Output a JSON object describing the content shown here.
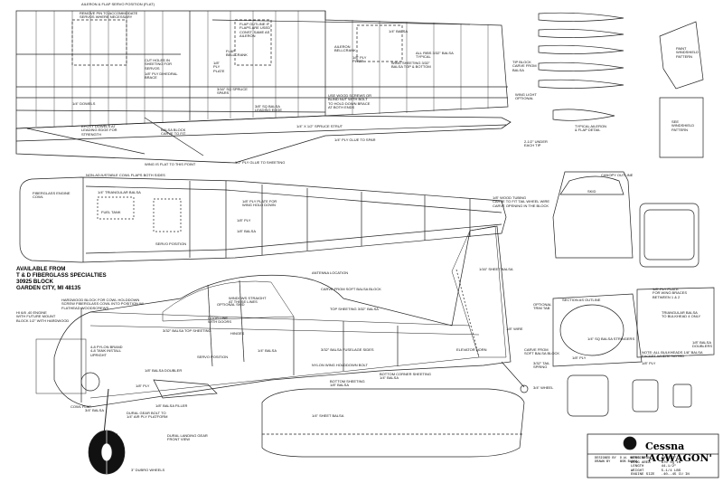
{
  "title_block": {
    "plan_title": "Cessna 'AGWAGON'",
    "specs_text": "WING SPAN     60-1/2\"\nWING AREA     670 SQ IN\nLENGTH        44-1/2\"\nWEIGHT        5-1/4 LBS\nENGINE SIZE   .40-.45 CU IN",
    "credits_text": "DESIGNED BY  D.W. HEFFRING\nDRAWN BY     BOB BANKA"
  },
  "availability": {
    "text": "AVAILABLE FROM\nT & D FIBERGLASS SPECIALTIES\n30925 BLOCK\nGARDEN CITY, MI 48135"
  },
  "labels": {
    "l1": "AILERON & FLAP SERVO POSITION (FLAT)",
    "l2": "REMOVE PIN TO ACCOMMODATE\nSERVOS WHERE NECESSARY",
    "l3": "CUT HOLES IN\nSHEETING FOR\nSERVOS",
    "l4": "1/8\" PLY DIHEDRAL\nBRACE",
    "l5": "1/4\" DOWELS",
    "l6": "EPOXY DOWELS AT\nLEADING EDGE FOR\nSTRENGTH",
    "l7": "BALSA BLOCK\nCARVE TO FIT",
    "l8": "WING IS FLAT TO THIS POINT",
    "l9": "FLAP OUTLINE IF\nFLAPS ARE USED\nCONST. SAME AS\nAILERON",
    "l10": "FLAP\nBELLCRANK",
    "l11": "1/8\"\nPLY\nPLATE",
    "l12": "3/16\" SQ SPRUCE\nSPARS",
    "l13": "3/8\" SQ BALSA\nLEADING EDGE",
    "l14": "USE WOOD SCREWS OR\nBLIND NUT WITH BOLT\nTO HOLD DOWN BRACE\nAT BOTH ENDS",
    "l15": "1/4\" X 1/2\" SPRUCE STRUT",
    "l16": "AILERON\nBELLCRANK",
    "l17": "1/4\" BALSA",
    "l18": "1/8\" PLY\nPLATE",
    "l19": "ALL RIBS 3/32\" BALSA\nTYPICAL",
    "l20": "WING SHEETING 3/32\"\nBALSA TOP & BOTTOM",
    "l21": "TIP BLOCK\nCARVE FROM\nBALSA",
    "l22": "WING LIGHT\nOPTIONAL",
    "l23": "1/4\" PLY GLUE TO SPAR",
    "l24": "1/2\" PLY GLUE TO SHEETING",
    "l25": "2-1/2\" UNDER\nEACH TIP",
    "l26": "TYPICAL AILERON\n& FLAP DETAIL",
    "l27": "PAINT\nWINDSHIELD\nPATTERN",
    "l28": "SEE\nWINDSHIELD\nPATTERN",
    "l29": "NON-ADJUSTABLE COWL FLAPS BOTH SIDES",
    "l30": "FIBERGLASS ENGINE\nCOWL",
    "l31": "1/4\" TRIANGULAR BALSA",
    "l32": "FUEL TANK",
    "l33": "SERVO POSITION",
    "l34": "1/8\" PLY PLATE FOR\nWING HOLD DOWN",
    "l35": "1/8\" PLY",
    "l36": "1/8\" BALSA",
    "l37": "1/8\" WOOD TUBING\nCARVE TO FIT TAIL WHEEL WIRE\nCARVE OPENING IN THE BLOCK",
    "l38": "CANOPY OUTLINE",
    "l39": "ANTENNA LOCATION",
    "l40": "CARVE FROM SOFT BALSA BLOCK",
    "l41": "WINDOWS STRAIGHT\nAT THESE LINES",
    "l42": "OPTIONAL SKID",
    "l43": "TOP SHEETING 3/32\" BALSA",
    "l44": "3/32\" BALSA TOP SHEETING",
    "l45": "DOOR LINE\nWITH DOORS",
    "l46": "HINGES",
    "l47": "SERVO POSITION",
    "l48": "3/32\" BALSA FUSELAGE SIDES",
    "l49": "1/4\" BALSA",
    "l50": "1/16\" SHEET BALSA",
    "l51": "1/8\" WIRE",
    "l52": "ELEVATOR HORN",
    "l53": "CARVE FROM\nSOFT BALSA BLOCK",
    "l54": "3/32\" TAIL\nSPRING",
    "l55": "3/4\" WHEEL",
    "l56": "OPTIONAL\nTRIM TAB",
    "l57": "HARDWOOD BLOCK FOR COWL HOLDDOWN\nSCREW FIBERGLASS COWL INTO POSITION W/\nFLATHEAD WOODSCREWS",
    "l58": "HI 6/8 .40 ENGINE\nWITH FUTURE MOUNT\nBLOCK 1/2\" WITH HARDWOOD",
    "l59": "4-8 PYLON BRAND\n4-8 TANK INSTALL\nUPRIGHT",
    "l60": "1/8\" BALSA DOUBLER",
    "l61": "1/8\" PLY",
    "l62": "COWL FLAP",
    "l63": "3/4\" BALSA",
    "l64": "1/8\" BALSA FILLER",
    "l65": "DURAL GEAR BOLT TO\n1/4\" AIR PLY PLATFORM",
    "l66": "DURAL LANDING GEAR\nFRONT VIEW",
    "l67": "3\" DUBRO WHEELS",
    "l68": "NYLON WING HOLDDOWN BOLT",
    "l69": "BOTTOM CORNER SHEETING\n1/4\" BALSA",
    "l70": "BOTTOM SHEETING\n1/8\" BALSA",
    "l71": "1/4\" SHEET BALSA",
    "l72": "SECTION AS OUTLINE",
    "l73": "1/8\" PLY PLATE\nFOR WING BRACES\nBETWEEN 1 & 2",
    "l74": "TRIANGULAR BALSA\nTO BULKHEAD 4 ONLY",
    "l75": "1/4\" SQ BALSA STRINGERS",
    "l76": "NOTE: ALL BULKHEADS 1/8\" BALSA\nEXCEPT WHERE NOTED",
    "l77": "1/8\" BALSA\nDOUBLERS",
    "l78": "1/8\" PLY",
    "l79": "SKID",
    "l80": "1/8\" PLY"
  }
}
